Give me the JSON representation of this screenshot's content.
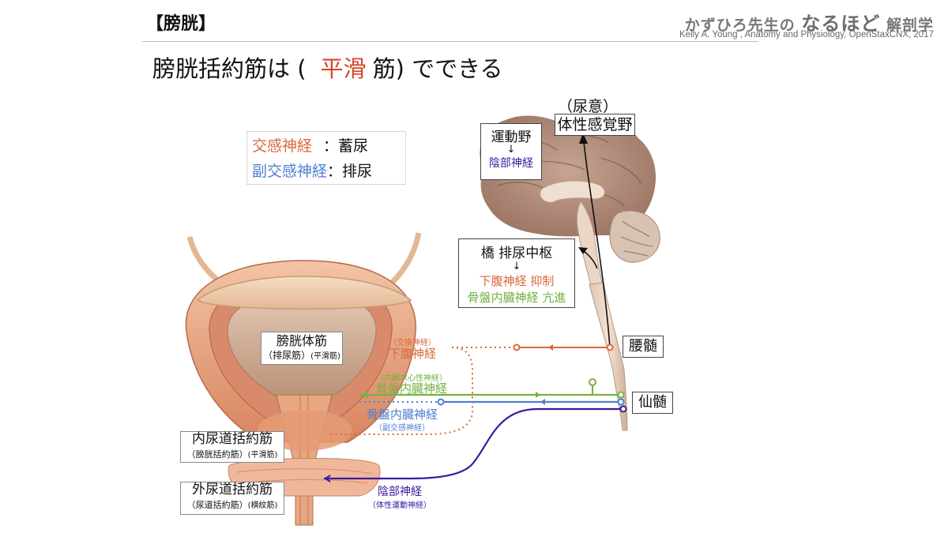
{
  "header": {
    "section_title": "【膀胱】",
    "brand_prefix": "かずひろ先生の",
    "brand_big": "なるほど",
    "brand_suffix": "解剖学",
    "credit": "Kelly A. Young , Anatomy and Physiology, OpenStaxCNX, 2017"
  },
  "headline": {
    "prefix": "膀胱括約筋は (",
    "answer": "平滑",
    "suffix": "筋) でできる"
  },
  "legend": {
    "sympathetic": "交感神経",
    "sympathetic_role": "：蓄尿",
    "parasympathetic": "副交感神経",
    "parasympathetic_role": "：排尿"
  },
  "brain": {
    "urge_label": "（尿意）",
    "sensory_area": "体性感覚野",
    "motor_area": "運動野",
    "motor_arrow": "↓",
    "pudendal": "陰部神経",
    "pons": "橋 排尿中枢",
    "pons_arrow": "↓",
    "hypogastric_inhibit": "下腹神経 抑制",
    "pelvic_promote": "骨盤内臓神経 亢進"
  },
  "spine": {
    "lumbar": "腰髄",
    "sacral": "仙髄"
  },
  "bladder": {
    "detrusor": "膀胱体筋",
    "detrusor_sub": "（排尿筋）",
    "detrusor_type": "(平滑筋)",
    "internal_sphincter": "内尿道括約筋",
    "internal_sub": "（膀胱括約筋）",
    "internal_type": "(平滑筋)",
    "external_sphincter": "外尿道括約筋",
    "external_sub": "（尿道括約筋）",
    "external_type": "(横紋筋)"
  },
  "nerves": {
    "hypogastric_sub": "（交換神経）",
    "hypogastric": "下腹神経",
    "pelvic_sensory_sub": "（内臓求心性神経）",
    "pelvic_sensory": "骨盤内臓神経",
    "pelvic_motor": "骨盤内臓神経",
    "pelvic_motor_sub": "（副交感神経）",
    "pudendal": "陰部神経",
    "pudendal_sub": "（体性運動神経）"
  },
  "colors": {
    "sympathetic": "#d9693a",
    "parasympathetic": "#4f7fd0",
    "sensory": "#76b043",
    "somatic": "#3b1aa0",
    "answer": "#d4472a"
  }
}
